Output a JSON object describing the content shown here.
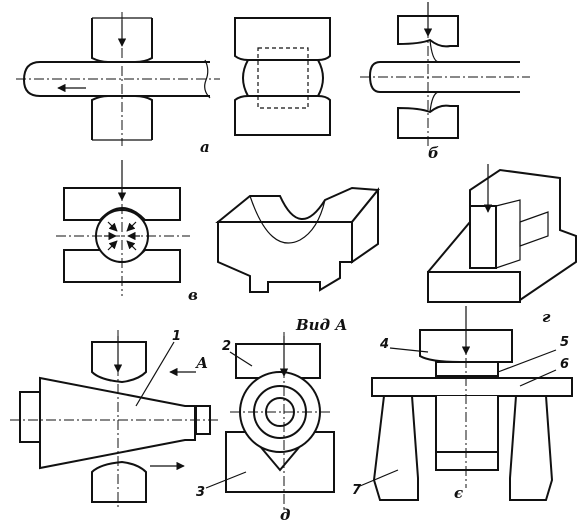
{
  "labels": {
    "a": "а",
    "b": "б",
    "v": "в",
    "g": "г",
    "d": "д",
    "e": "є",
    "vid_a": "Вид А",
    "arrow_a": "А"
  },
  "callouts": [
    "1",
    "2",
    "3",
    "4",
    "5",
    "6",
    "7"
  ]
}
